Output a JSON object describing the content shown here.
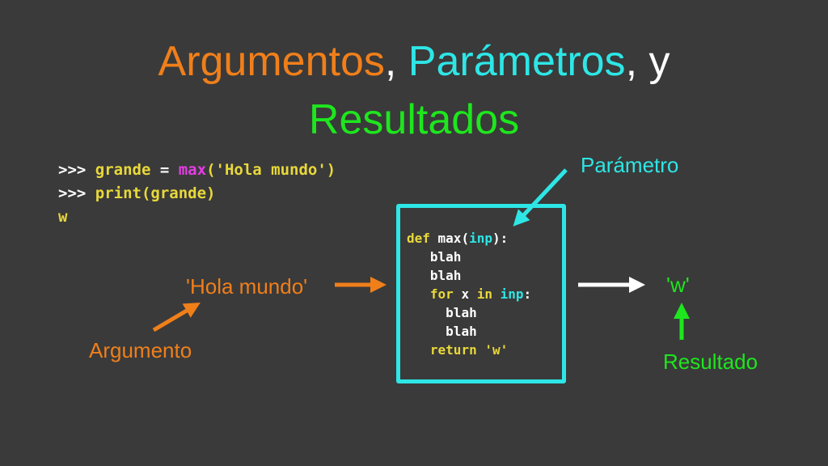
{
  "title": {
    "word1": "Argumentos",
    "sep1": ", ",
    "word2": "Parámetros",
    "sep2": ", y",
    "word3": "Resultados"
  },
  "repl": {
    "line1": {
      "prompt": ">>> ",
      "var": "grande",
      "eq": " = ",
      "func": "max",
      "arg": "('Hola mundo')"
    },
    "line2": {
      "prompt": ">>> ",
      "func": "print",
      "arg": "(grande)"
    },
    "line3": {
      "output": "w"
    }
  },
  "labels": {
    "parametro": "Parámetro",
    "hola": "'Hola mundo'",
    "argumento": "Argumento",
    "w": "'w'",
    "resultado": "Resultado"
  },
  "code": {
    "l1": {
      "kw": "def",
      "name": " max(",
      "param": "inp",
      "close": "):"
    },
    "l2": "blah",
    "l3": "blah",
    "l4": {
      "kw1": "for",
      "x": " x ",
      "kw2": "in",
      "sp": " ",
      "param": "inp",
      "colon": ":"
    },
    "l5": "blah",
    "l6": "blah",
    "l7": {
      "kw": "return",
      "val": " 'w'"
    }
  },
  "colors": {
    "background": "#3a3a3a",
    "argument": "#f07f1a",
    "parameter": "#2ee6e6",
    "result": "#1ee61e",
    "keyword": "#e8d83a",
    "builtin": "#e43ee4"
  }
}
